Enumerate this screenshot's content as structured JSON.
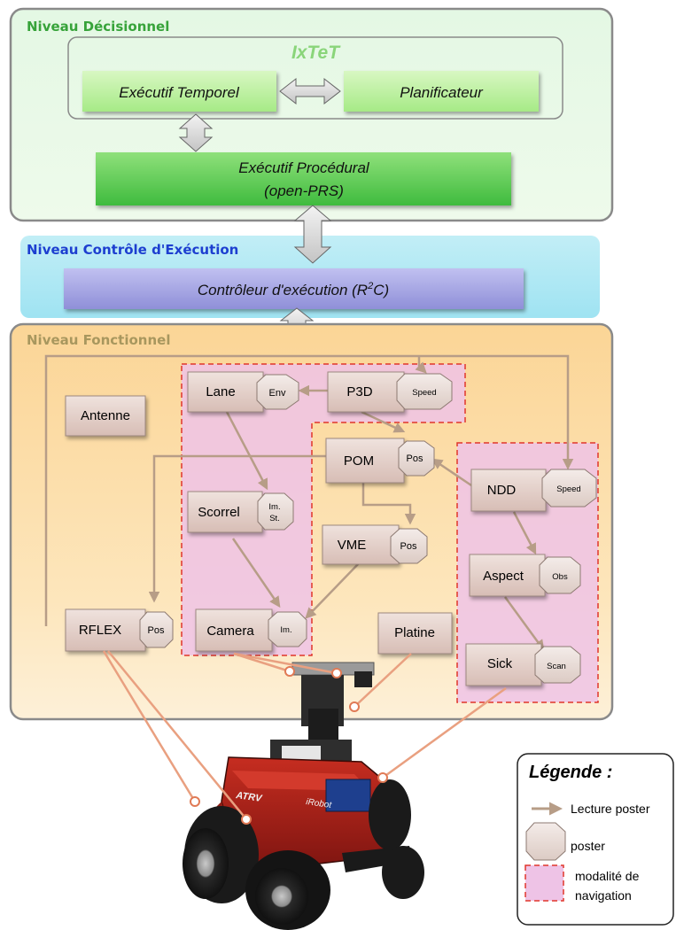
{
  "levels": {
    "decisional": {
      "title": "Niveau Décisionnel",
      "color": "#37a33a"
    },
    "control": {
      "title": "Niveau Contrôle d'Exécution",
      "color": "#1d3fd0"
    },
    "functional": {
      "title": "Niveau Fonctionnel",
      "color": "#a8975e"
    }
  },
  "decisional": {
    "group_title": "IxTeT",
    "executif_temporel": "Exécutif Temporel",
    "planificateur": "Planificateur",
    "executif_procedural_line1": "Exécutif Procédural",
    "executif_procedural_line2": "(open-PRS)"
  },
  "control": {
    "controller_prefix": "Contrôleur d'exécution (R",
    "controller_sup": "2",
    "controller_suffix": "C)"
  },
  "modules": {
    "lane": "Lane",
    "p3d": "P3D",
    "antenne": "Antenne",
    "pom": "POM",
    "ndd": "NDD",
    "scorrel": "Scorrel",
    "vme": "VME",
    "aspect": "Aspect",
    "rflex": "RFLEX",
    "camera": "Camera",
    "platine": "Platine",
    "sick": "Sick"
  },
  "posters": {
    "env": "Env",
    "speed_p3d": "Speed",
    "pos_pom": "Pos",
    "speed_ndd": "Speed",
    "imst_line1": "Im.",
    "imst_line2": "St.",
    "pos_vme": "Pos",
    "obs": "Obs",
    "pos_rflex": "Pos",
    "im": "Im.",
    "scan": "Scan"
  },
  "legend": {
    "title": "Légende :",
    "arrow_label": "Lecture poster",
    "poster_label": "poster",
    "modality_line1": "modalité de",
    "modality_line2": "navigation"
  },
  "colors": {
    "arrow": "#b79d87",
    "dashed": "#e0362b",
    "modality_fill": "#eec3e6",
    "module_fill": "#e3cfc9"
  }
}
